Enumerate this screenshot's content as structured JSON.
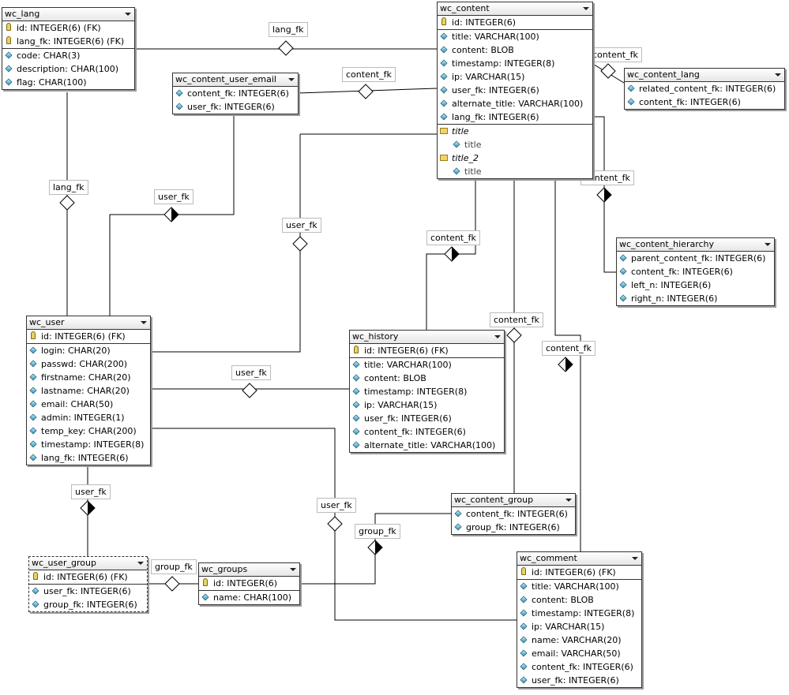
{
  "tables": {
    "wc_lang": {
      "title": "wc_lang",
      "columns": [
        {
          "text": "id: INTEGER(6) (FK)",
          "icon": "key-icon"
        },
        {
          "text": "lang_fk: INTEGER(6) (FK)",
          "icon": "key-icon"
        },
        {
          "text": "code: CHAR(3)",
          "icon": "column-icon"
        },
        {
          "text": "description: CHAR(100)",
          "icon": "column-icon"
        },
        {
          "text": "flag: CHAR(100)",
          "icon": "column-icon"
        }
      ]
    },
    "wc_content": {
      "title": "wc_content",
      "columns": [
        {
          "text": "id: INTEGER(6)",
          "icon": "key-icon"
        },
        {
          "text": "title: VARCHAR(100)",
          "icon": "column-icon"
        },
        {
          "text": "content: BLOB",
          "icon": "column-icon"
        },
        {
          "text": "timestamp: INTEGER(8)",
          "icon": "column-icon"
        },
        {
          "text": "ip: VARCHAR(15)",
          "icon": "column-icon"
        },
        {
          "text": "user_fk: INTEGER(6)",
          "icon": "column-icon"
        },
        {
          "text": "alternate_title: VARCHAR(100)",
          "icon": "column-icon"
        },
        {
          "text": "lang_fk: INTEGER(6)",
          "icon": "column-icon"
        }
      ],
      "indexes": [
        {
          "name": "title",
          "column": "title"
        },
        {
          "name": "title_2",
          "column": "title"
        }
      ]
    },
    "wc_content_user_email": {
      "title": "wc_content_user_email",
      "columns": [
        {
          "text": "content_fk: INTEGER(6)",
          "icon": "column-icon"
        },
        {
          "text": "user_fk: INTEGER(6)",
          "icon": "column-icon"
        }
      ]
    },
    "wc_content_lang": {
      "title": "wc_content_lang",
      "columns": [
        {
          "text": "related_content_fk: INTEGER(6)",
          "icon": "column-icon"
        },
        {
          "text": "content_fk: INTEGER(6)",
          "icon": "column-icon"
        }
      ]
    },
    "wc_content_hierarchy": {
      "title": "wc_content_hierarchy",
      "columns": [
        {
          "text": "parent_content_fk: INTEGER(6)",
          "icon": "column-icon"
        },
        {
          "text": "content_fk: INTEGER(6)",
          "icon": "column-icon"
        },
        {
          "text": "left_n: INTEGER(6)",
          "icon": "column-icon"
        },
        {
          "text": "right_n: INTEGER(6)",
          "icon": "column-icon"
        }
      ]
    },
    "wc_user": {
      "title": "wc_user",
      "columns": [
        {
          "text": "id: INTEGER(6) (FK)",
          "icon": "key-icon"
        },
        {
          "text": "login: CHAR(20)",
          "icon": "column-icon"
        },
        {
          "text": "passwd: CHAR(200)",
          "icon": "column-icon"
        },
        {
          "text": "firstname: CHAR(20)",
          "icon": "column-icon"
        },
        {
          "text": "lastname: CHAR(20)",
          "icon": "column-icon"
        },
        {
          "text": "email: CHAR(50)",
          "icon": "column-icon"
        },
        {
          "text": "admin: INTEGER(1)",
          "icon": "column-icon"
        },
        {
          "text": "temp_key: CHAR(200)",
          "icon": "column-icon"
        },
        {
          "text": "timestamp: INTEGER(8)",
          "icon": "column-icon"
        },
        {
          "text": "lang_fk: INTEGER(6)",
          "icon": "column-icon"
        }
      ]
    },
    "wc_history": {
      "title": "wc_history",
      "columns": [
        {
          "text": "id: INTEGER(6) (FK)",
          "icon": "key-icon"
        },
        {
          "text": "title: VARCHAR(100)",
          "icon": "column-icon"
        },
        {
          "text": "content: BLOB",
          "icon": "column-icon"
        },
        {
          "text": "timestamp: INTEGER(8)",
          "icon": "column-icon"
        },
        {
          "text": "ip: VARCHAR(15)",
          "icon": "column-icon"
        },
        {
          "text": "user_fk: INTEGER(6)",
          "icon": "column-icon"
        },
        {
          "text": "content_fk: INTEGER(6)",
          "icon": "column-icon"
        },
        {
          "text": "alternate_title: VARCHAR(100)",
          "icon": "column-icon"
        }
      ]
    },
    "wc_content_group": {
      "title": "wc_content_group",
      "columns": [
        {
          "text": "content_fk: INTEGER(6)",
          "icon": "column-icon"
        },
        {
          "text": "group_fk: INTEGER(6)",
          "icon": "column-icon"
        }
      ]
    },
    "wc_user_group": {
      "title": "wc_user_group",
      "columns": [
        {
          "text": "id: INTEGER(6) (FK)",
          "icon": "key-icon"
        },
        {
          "text": "user_fk: INTEGER(6)",
          "icon": "column-icon"
        },
        {
          "text": "group_fk: INTEGER(6)",
          "icon": "column-icon"
        }
      ]
    },
    "wc_groups": {
      "title": "wc_groups",
      "columns": [
        {
          "text": "id: INTEGER(6)",
          "icon": "key-icon"
        },
        {
          "text": "name: CHAR(100)",
          "icon": "column-icon"
        }
      ]
    },
    "wc_comment": {
      "title": "wc_comment",
      "columns": [
        {
          "text": "id: INTEGER(6) (FK)",
          "icon": "key-icon"
        },
        {
          "text": "title: VARCHAR(100)",
          "icon": "column-icon"
        },
        {
          "text": "content: BLOB",
          "icon": "column-icon"
        },
        {
          "text": "timestamp: INTEGER(8)",
          "icon": "column-icon"
        },
        {
          "text": "ip: VARCHAR(15)",
          "icon": "column-icon"
        },
        {
          "text": "name: VARCHAR(20)",
          "icon": "column-icon"
        },
        {
          "text": "email: VARCHAR(50)",
          "icon": "column-icon"
        },
        {
          "text": "content_fk: INTEGER(6)",
          "icon": "column-icon"
        },
        {
          "text": "user_fk: INTEGER(6)",
          "icon": "column-icon"
        }
      ]
    }
  },
  "relations": [
    {
      "label": "lang_fk",
      "symbol": "open-diamond"
    },
    {
      "label": "content_fk",
      "symbol": "open-diamond"
    },
    {
      "label": "content_fk",
      "symbol": "open-diamond"
    },
    {
      "label": "content_fk",
      "symbol": "half-filled-diamond"
    },
    {
      "label": "lang_fk",
      "symbol": "open-diamond"
    },
    {
      "label": "user_fk",
      "symbol": "half-filled-diamond"
    },
    {
      "label": "user_fk",
      "symbol": "open-diamond"
    },
    {
      "label": "content_fk",
      "symbol": "half-filled-diamond"
    },
    {
      "label": "content_fk",
      "symbol": "open-diamond"
    },
    {
      "label": "content_fk",
      "symbol": "half-filled-diamond"
    },
    {
      "label": "user_fk",
      "symbol": "open-diamond"
    },
    {
      "label": "user_fk",
      "symbol": "half-filled-diamond"
    },
    {
      "label": "user_fk",
      "symbol": "open-diamond"
    },
    {
      "label": "group_fk",
      "symbol": "half-filled-diamond"
    },
    {
      "label": "group_fk",
      "symbol": "open-diamond"
    }
  ]
}
